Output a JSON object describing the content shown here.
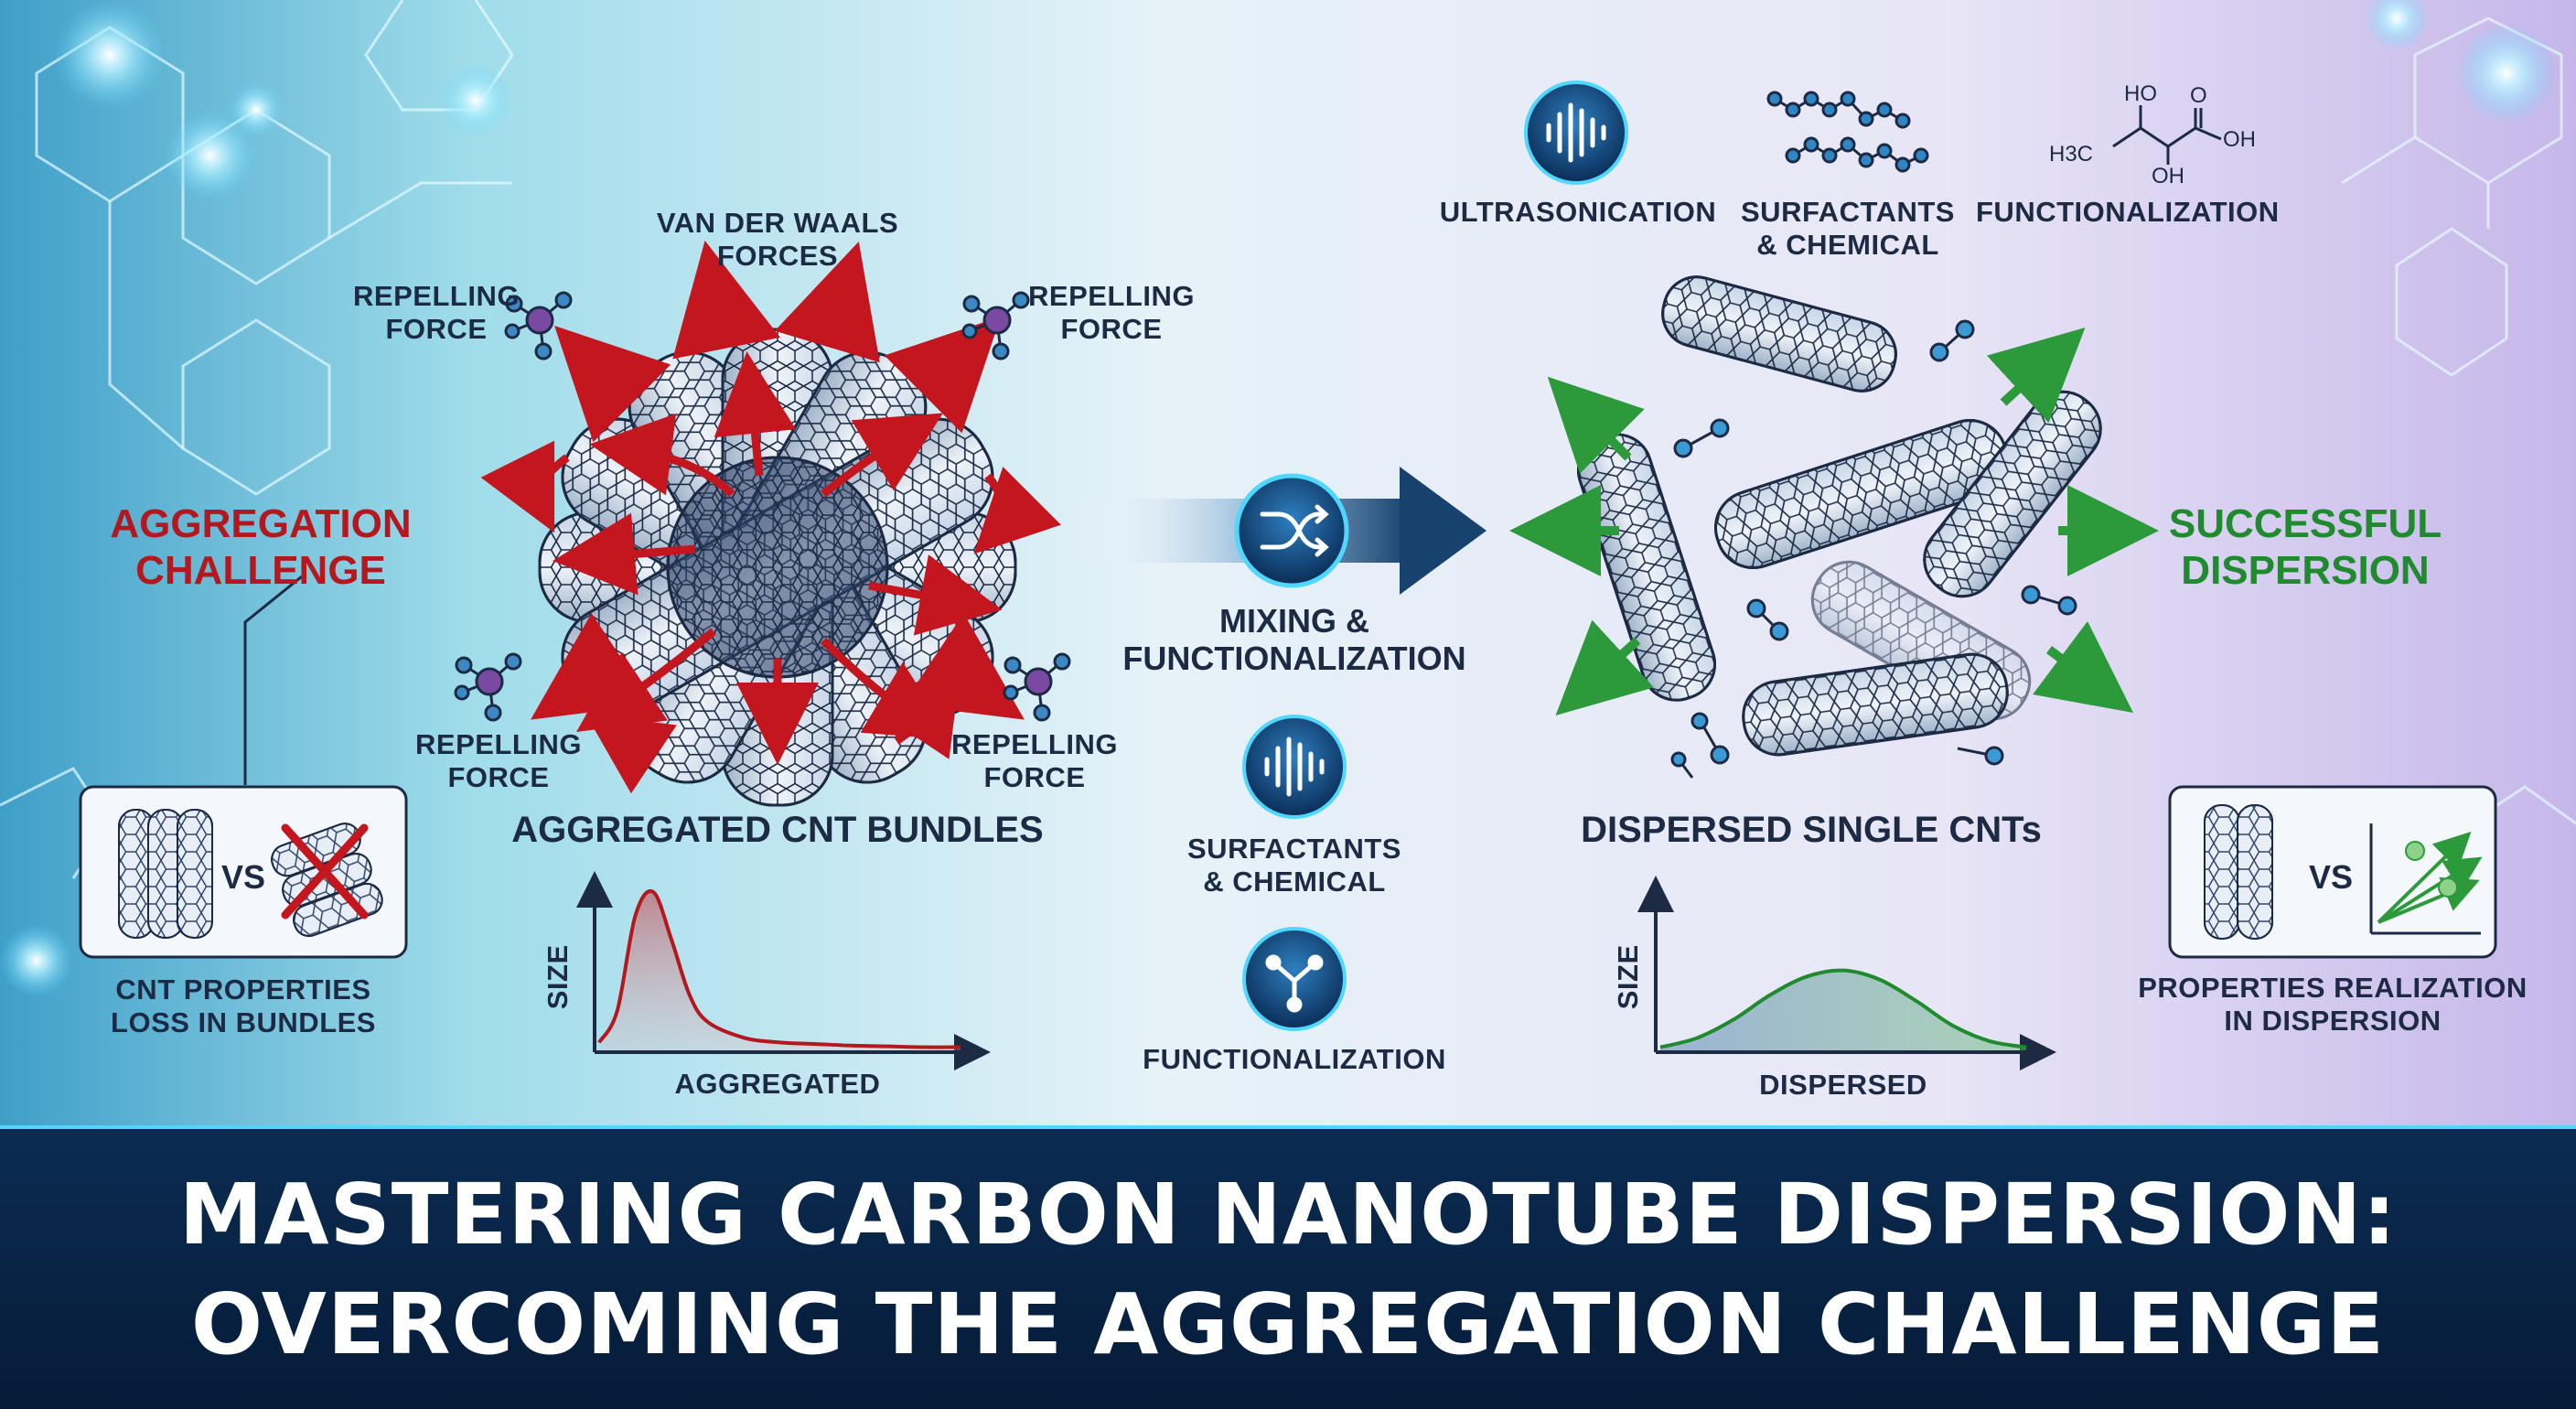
{
  "left": {
    "challenge_line1": "AGGREGATION",
    "challenge_line2": "CHALLENGE",
    "vdw_line1": "VAN DER WAALS",
    "vdw_line2": "FORCES",
    "repel_line1": "REPELLING",
    "repel_line2": "FORCE",
    "bundles_title": "AGGREGATED CNT BUNDLES",
    "compare_vs": "VS",
    "loss_line1": "CNT PROPERTIES",
    "loss_line2": "LOSS IN BUNDLES",
    "chart_axis_y": "SIZE",
    "chart_axis_x": "AGGREGATED"
  },
  "middle": {
    "mixing_line1": "MIXING &",
    "mixing_line2": "FUNCTIONALIZATION",
    "surf_line1": "SURFACTANTS",
    "surf_line2": "& CHEMICAL",
    "functionalization": "FUNCTIONALIZATION"
  },
  "top_methods": {
    "ultrasonication": "ULTRASONICATION",
    "surf_line1": "SURFACTANTS",
    "surf_line2": "& CHEMICAL",
    "functionalization": "FUNCTIONALIZATION",
    "mol_ho_top": "HO",
    "mol_o": "O",
    "mol_oh_right": "OH",
    "mol_h3c": "H3C",
    "mol_oh_bottom": "OH"
  },
  "right": {
    "success_line1": "SUCCESSFUL",
    "success_line2": "DISPERSION",
    "dispersed_title": "DISPERSED SINGLE CNTs",
    "compare_vs": "VS",
    "real_line1": "PROPERTIES REALIZATION",
    "real_line2": "IN DISPERSION",
    "chart_axis_y": "SIZE",
    "chart_axis_x": "DISPERSED"
  },
  "banner": {
    "line1": "MASTERING CARBON NANOTUBE DISPERSION:",
    "line2": "OVERCOMING THE AGGREGATION CHALLENGE"
  },
  "colors": {
    "red": "#b3181f",
    "green": "#1f8a2e",
    "navy": "#1c2a44",
    "banner": "#0b2c52",
    "accent": "#4fd7ff"
  },
  "chart_data": [
    {
      "type": "area",
      "description_x": "AGGREGATED",
      "ylabel": "SIZE",
      "xlabel": "AGGREGATED",
      "x": [
        0,
        0.05,
        0.1,
        0.15,
        0.2,
        0.25,
        0.3,
        0.4,
        0.5,
        0.6,
        0.7,
        0.8,
        0.9,
        1.0
      ],
      "values": [
        0.05,
        0.25,
        0.85,
        1.0,
        0.7,
        0.35,
        0.18,
        0.08,
        0.05,
        0.04,
        0.03,
        0.025,
        0.02,
        0.02
      ],
      "color": "#b3181f"
    },
    {
      "type": "area",
      "ylabel": "SIZE",
      "xlabel": "DISPERSED",
      "x": [
        0,
        0.1,
        0.2,
        0.3,
        0.4,
        0.5,
        0.6,
        0.7,
        0.8,
        0.9,
        1.0
      ],
      "values": [
        0.02,
        0.08,
        0.2,
        0.36,
        0.48,
        0.52,
        0.46,
        0.32,
        0.16,
        0.06,
        0.02
      ],
      "color": "#1f8a2e"
    }
  ]
}
